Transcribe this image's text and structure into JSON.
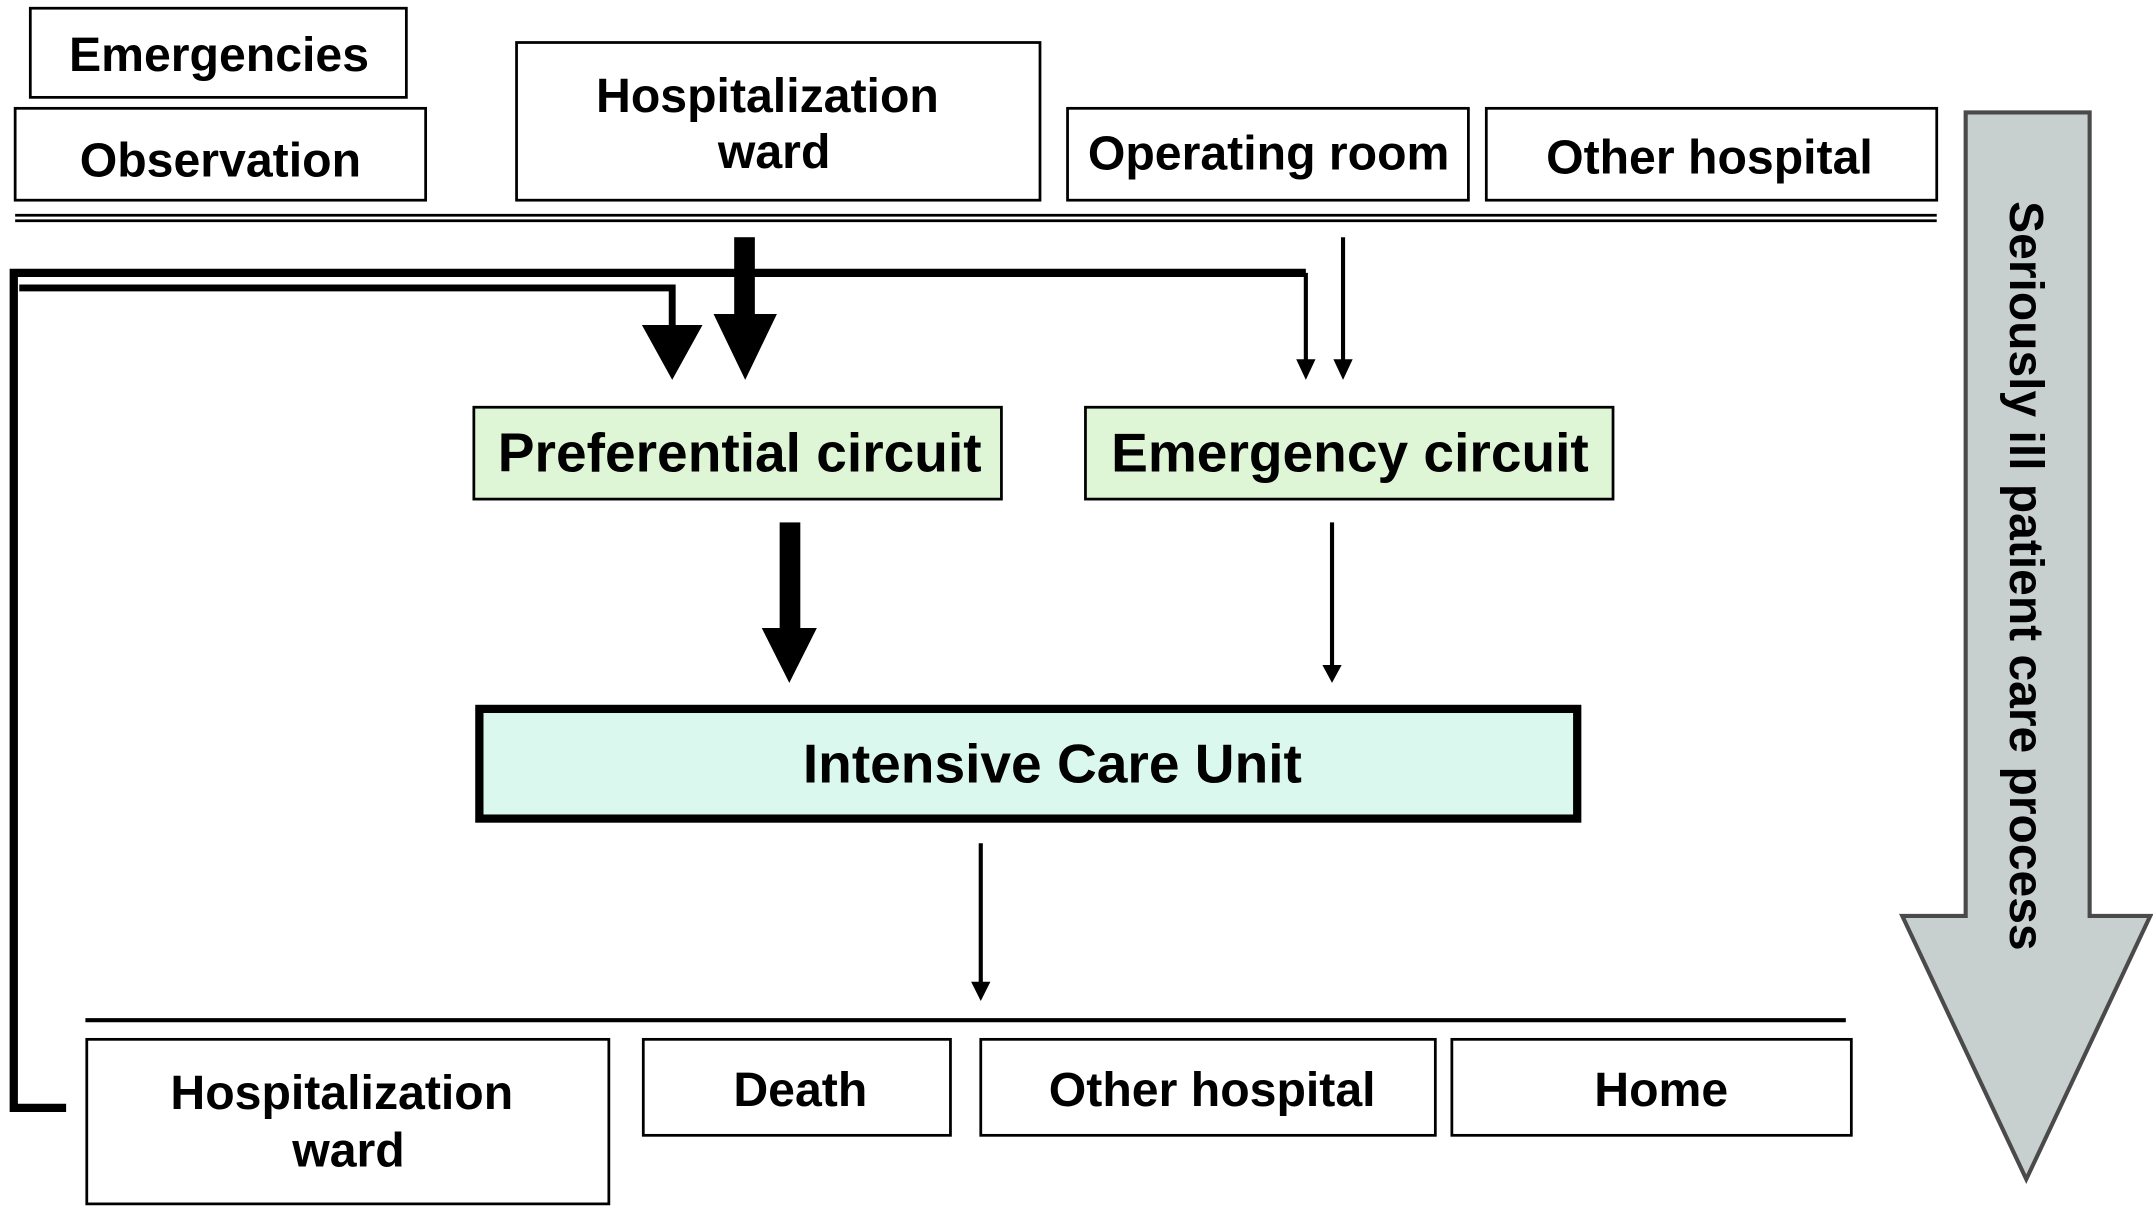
{
  "sources": {
    "emergencies": "Emergencies",
    "observation": "Observation",
    "hospitalization_ward": [
      "Hospitalization",
      "ward"
    ],
    "operating_room": "Operating room",
    "other_hospital": "Other hospital"
  },
  "circuits": {
    "preferential": "Preferential circuit",
    "emergency": "Emergency circuit"
  },
  "icu": {
    "label": "Intensive Care Unit"
  },
  "destinations": {
    "hospitalization_ward": [
      "Hospitalization",
      "ward"
    ],
    "death": "Death",
    "other_hospital": "Other hospital",
    "home": "Home"
  },
  "process_arrow": {
    "label": "Seriously ill patient care process"
  },
  "colors": {
    "circuit_fill": "#dff6d6",
    "icu_fill": "#dbf8ee",
    "process_arrow_fill": "#c8cfcf",
    "process_arrow_stroke": "#4a4a4a"
  }
}
